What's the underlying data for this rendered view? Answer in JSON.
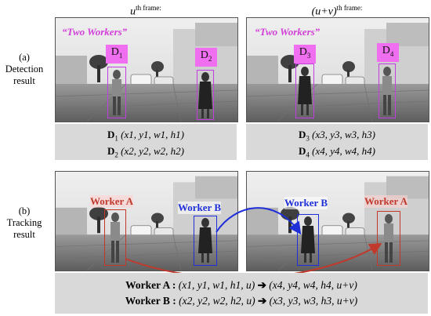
{
  "headers": {
    "col1": "u",
    "col1_suffix": "th frame:",
    "col2_open": "(u+v)",
    "col2_suffix": "th frame:"
  },
  "rows": {
    "a": {
      "letter": "(a)",
      "line1": "Detection",
      "line2": "result"
    },
    "b": {
      "letter": "(b)",
      "line1": "Tracking",
      "line2": "result"
    }
  },
  "detection": {
    "quote": "“Two Workers”",
    "labels": [
      "D",
      "D",
      "D",
      "D"
    ],
    "subs": [
      "1",
      "2",
      "3",
      "4"
    ],
    "cap_left": [
      "(x1, y1, w1, h1)",
      "(x2, y2, w2, h2)"
    ],
    "cap_right": [
      "(x3, y3, w3, h3)",
      "(x4, y4, w4, h4)"
    ]
  },
  "tracking": {
    "worker_a": "Worker A",
    "worker_b": "Worker B",
    "line1_label": "Worker A :",
    "line1_from": "(x1, y1, w1, h1, u)",
    "line1_to": "(x4, y4, w4, h4, u+v)",
    "line2_label": "Worker B :",
    "line2_from": "(x2, y2, w2, h2, u)",
    "line2_to": "(x3, y3, w3, h3, u+v)",
    "arrow_glyph": "➔"
  },
  "colors": {
    "pink": "#f06ef0",
    "magenta_text": "#d23ed8",
    "red": "#c0392b",
    "blue": "#1f2fd8",
    "caption_bg": "#d9d9d9"
  }
}
